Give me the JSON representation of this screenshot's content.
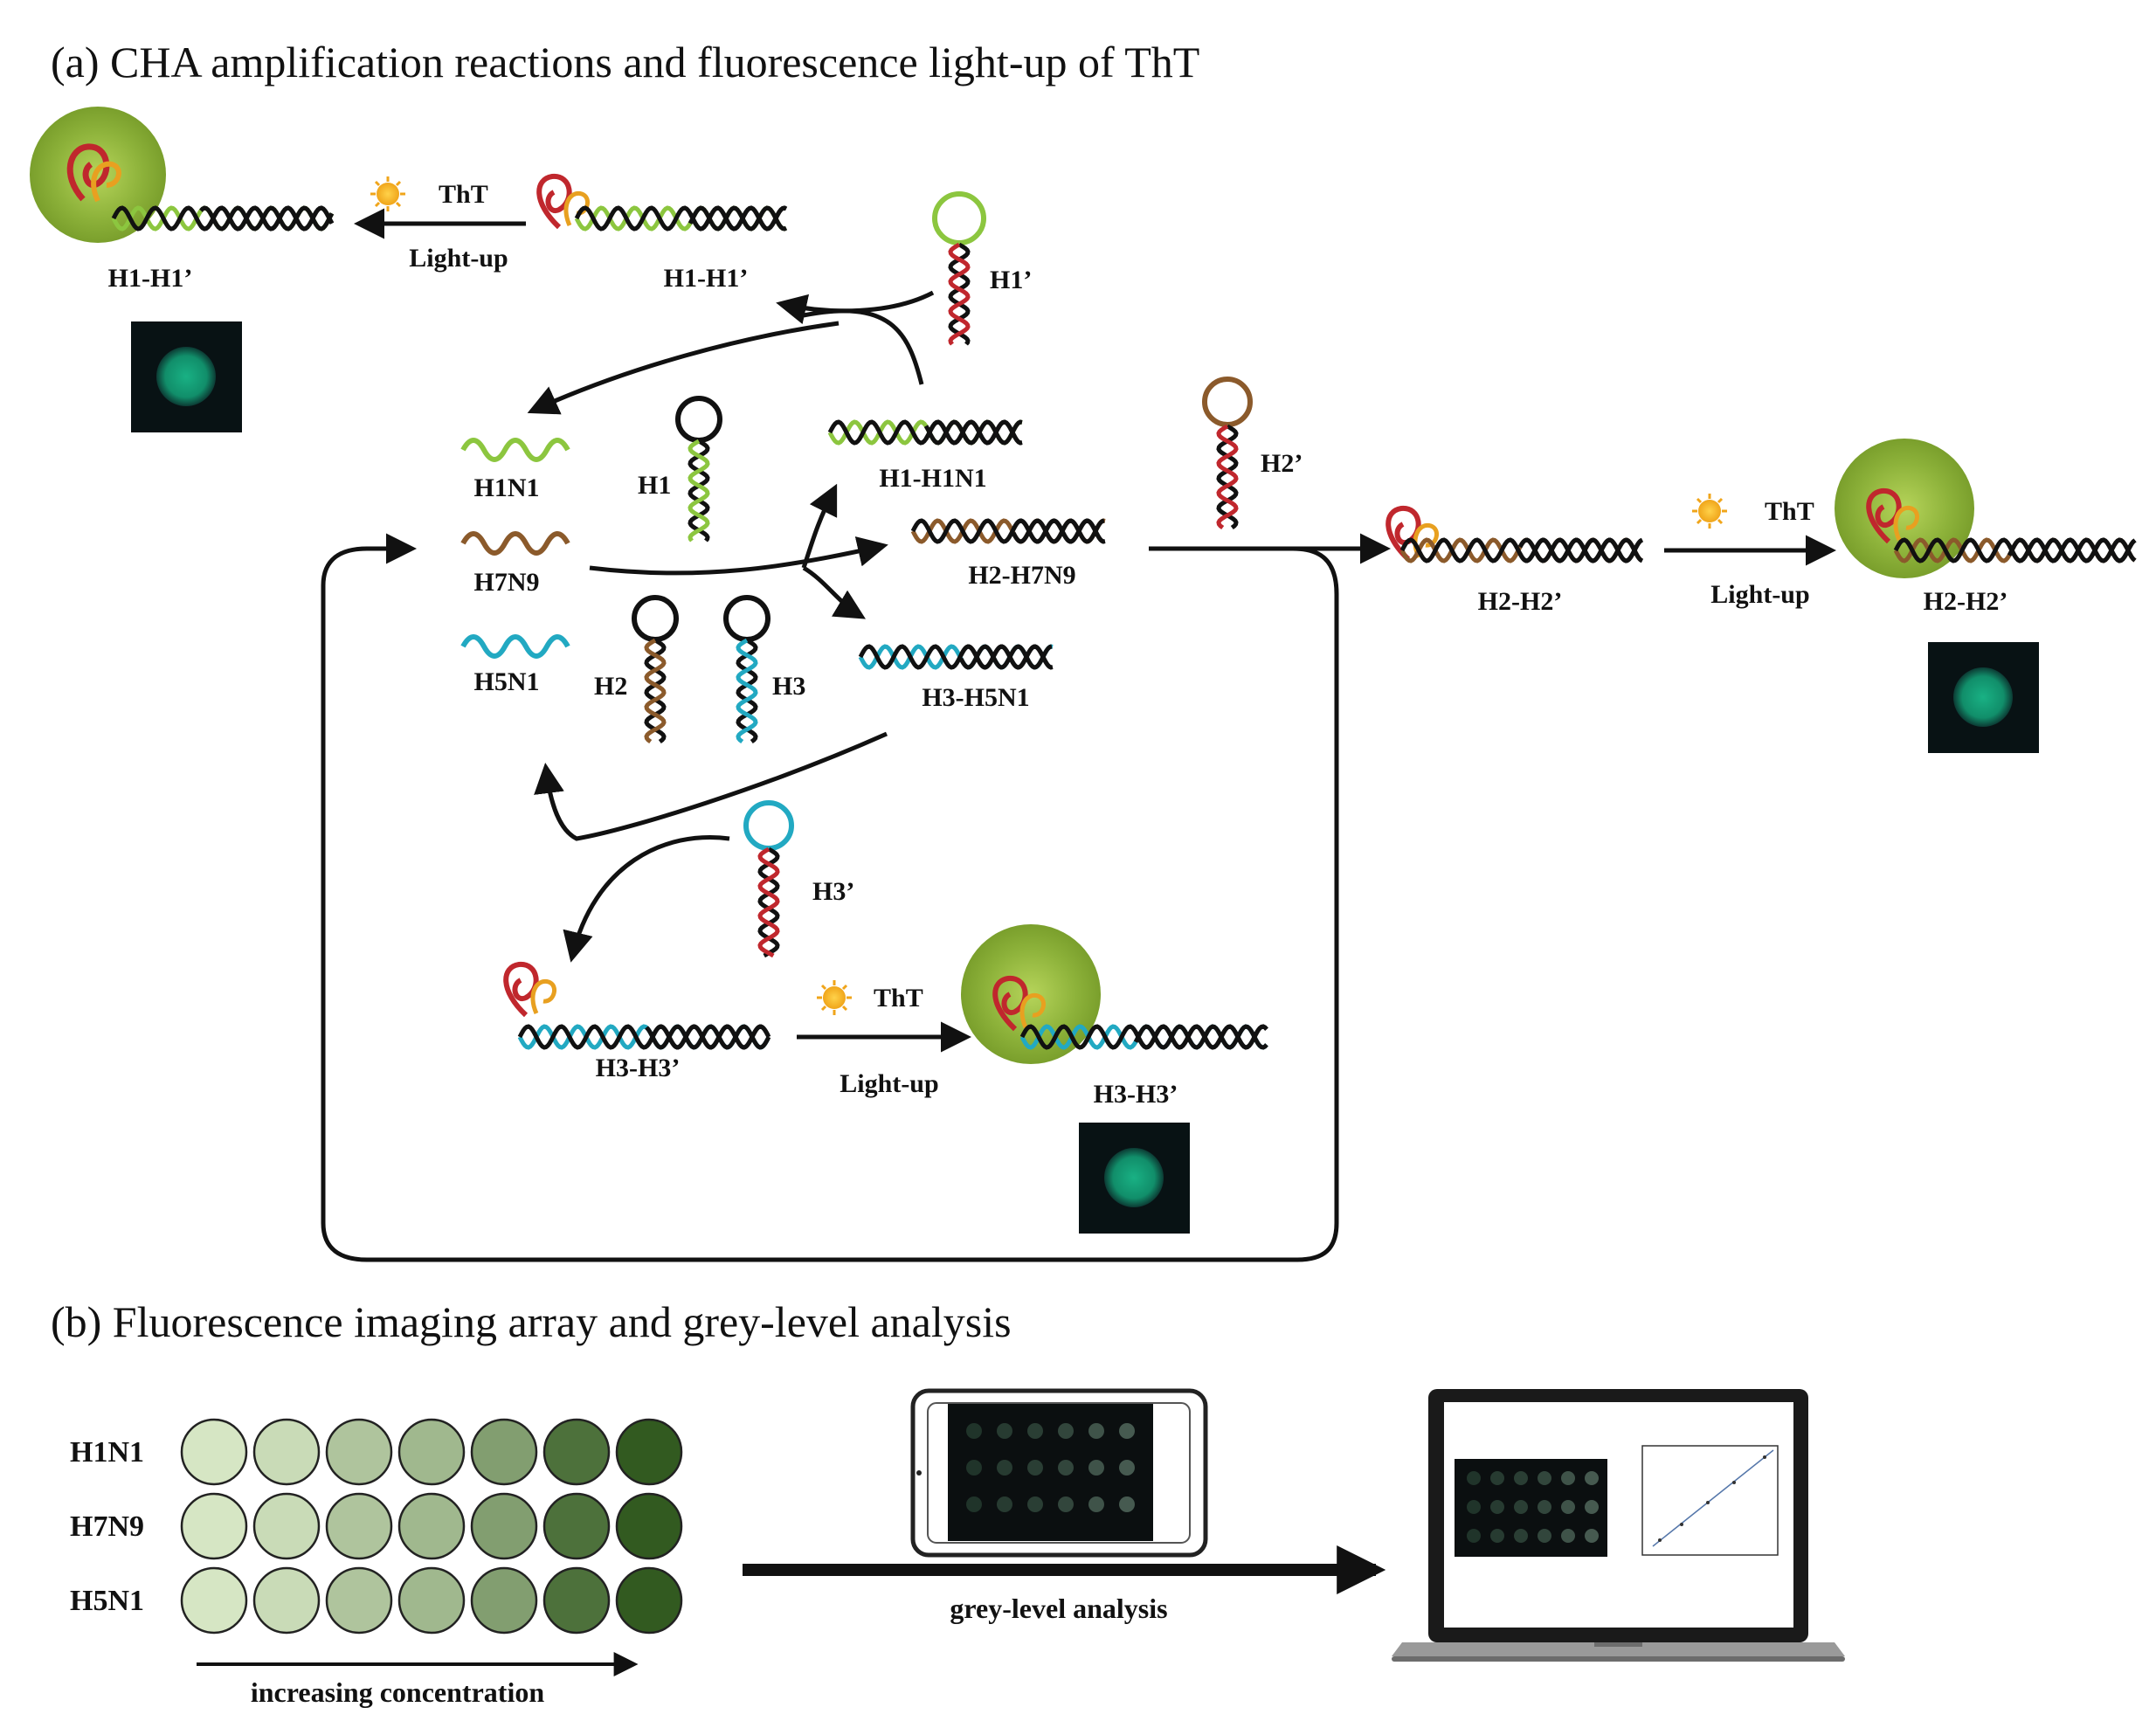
{
  "titles": {
    "a": "(a) CHA amplification reactions and fluorescence light-up of ThT",
    "b": "(b) Fluorescence imaging array and grey-level analysis"
  },
  "labels": {
    "tht": "ThT",
    "lightup": "Light-up",
    "h1h1p": "H1-H1’",
    "h2h2p": "H2-H2’",
    "h3h3p": "H3-H3’",
    "h1p": "H1’",
    "h2p": "H2’",
    "h3p": "H3’",
    "h1": "H1",
    "h2": "H2",
    "h3": "H3",
    "h1n1": "H1N1",
    "h7n9": "H7N9",
    "h5n1": "H5N1",
    "h1_h1n1": "H1-H1N1",
    "h2_h7n9": "H2-H7N9",
    "h3_h5n1": "H3-H5N1",
    "grey_level_analysis": "grey-level analysis",
    "increasing_concentration": "increasing concentration"
  },
  "array": {
    "rows": [
      "H1N1",
      "H7N9",
      "H5N1"
    ],
    "levels": [
      0.08,
      0.15,
      0.3,
      0.38,
      0.55,
      0.85,
      1.0
    ]
  },
  "colors": {
    "cha_green": "#8cc63f",
    "brown": "#8b5a2b",
    "cyan": "#22a9c2",
    "red": "#c0272d",
    "orange": "#e8a020",
    "black": "#111111",
    "glow": "#6f9f1f",
    "fluor_dot": "#16a37c"
  }
}
